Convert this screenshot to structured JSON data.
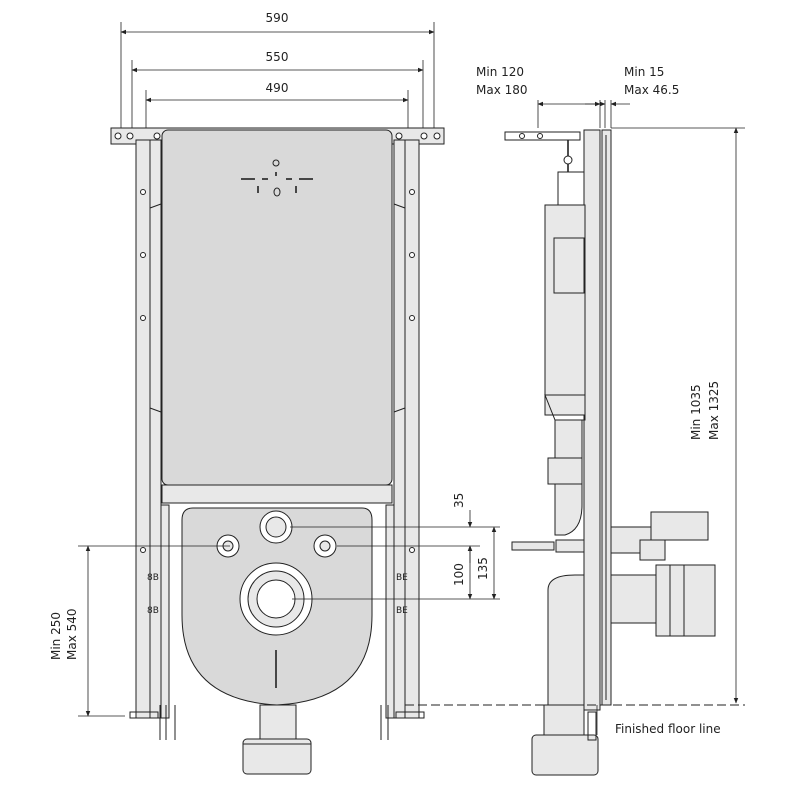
{
  "dimensions": {
    "width_590": "590",
    "width_550": "550",
    "width_490": "490",
    "depth_min": "Min  120",
    "depth_max": "Max 180",
    "panel_min": "Min  15",
    "panel_max": "Max 46.5",
    "height_min": "Min  1035",
    "height_max": "Max 1325",
    "outlet_min": "Min  250",
    "outlet_max": "Max 540",
    "offset_35": "35",
    "offset_100": "100",
    "offset_135": "135"
  },
  "labels": {
    "floor_line": "Finished floor line"
  }
}
